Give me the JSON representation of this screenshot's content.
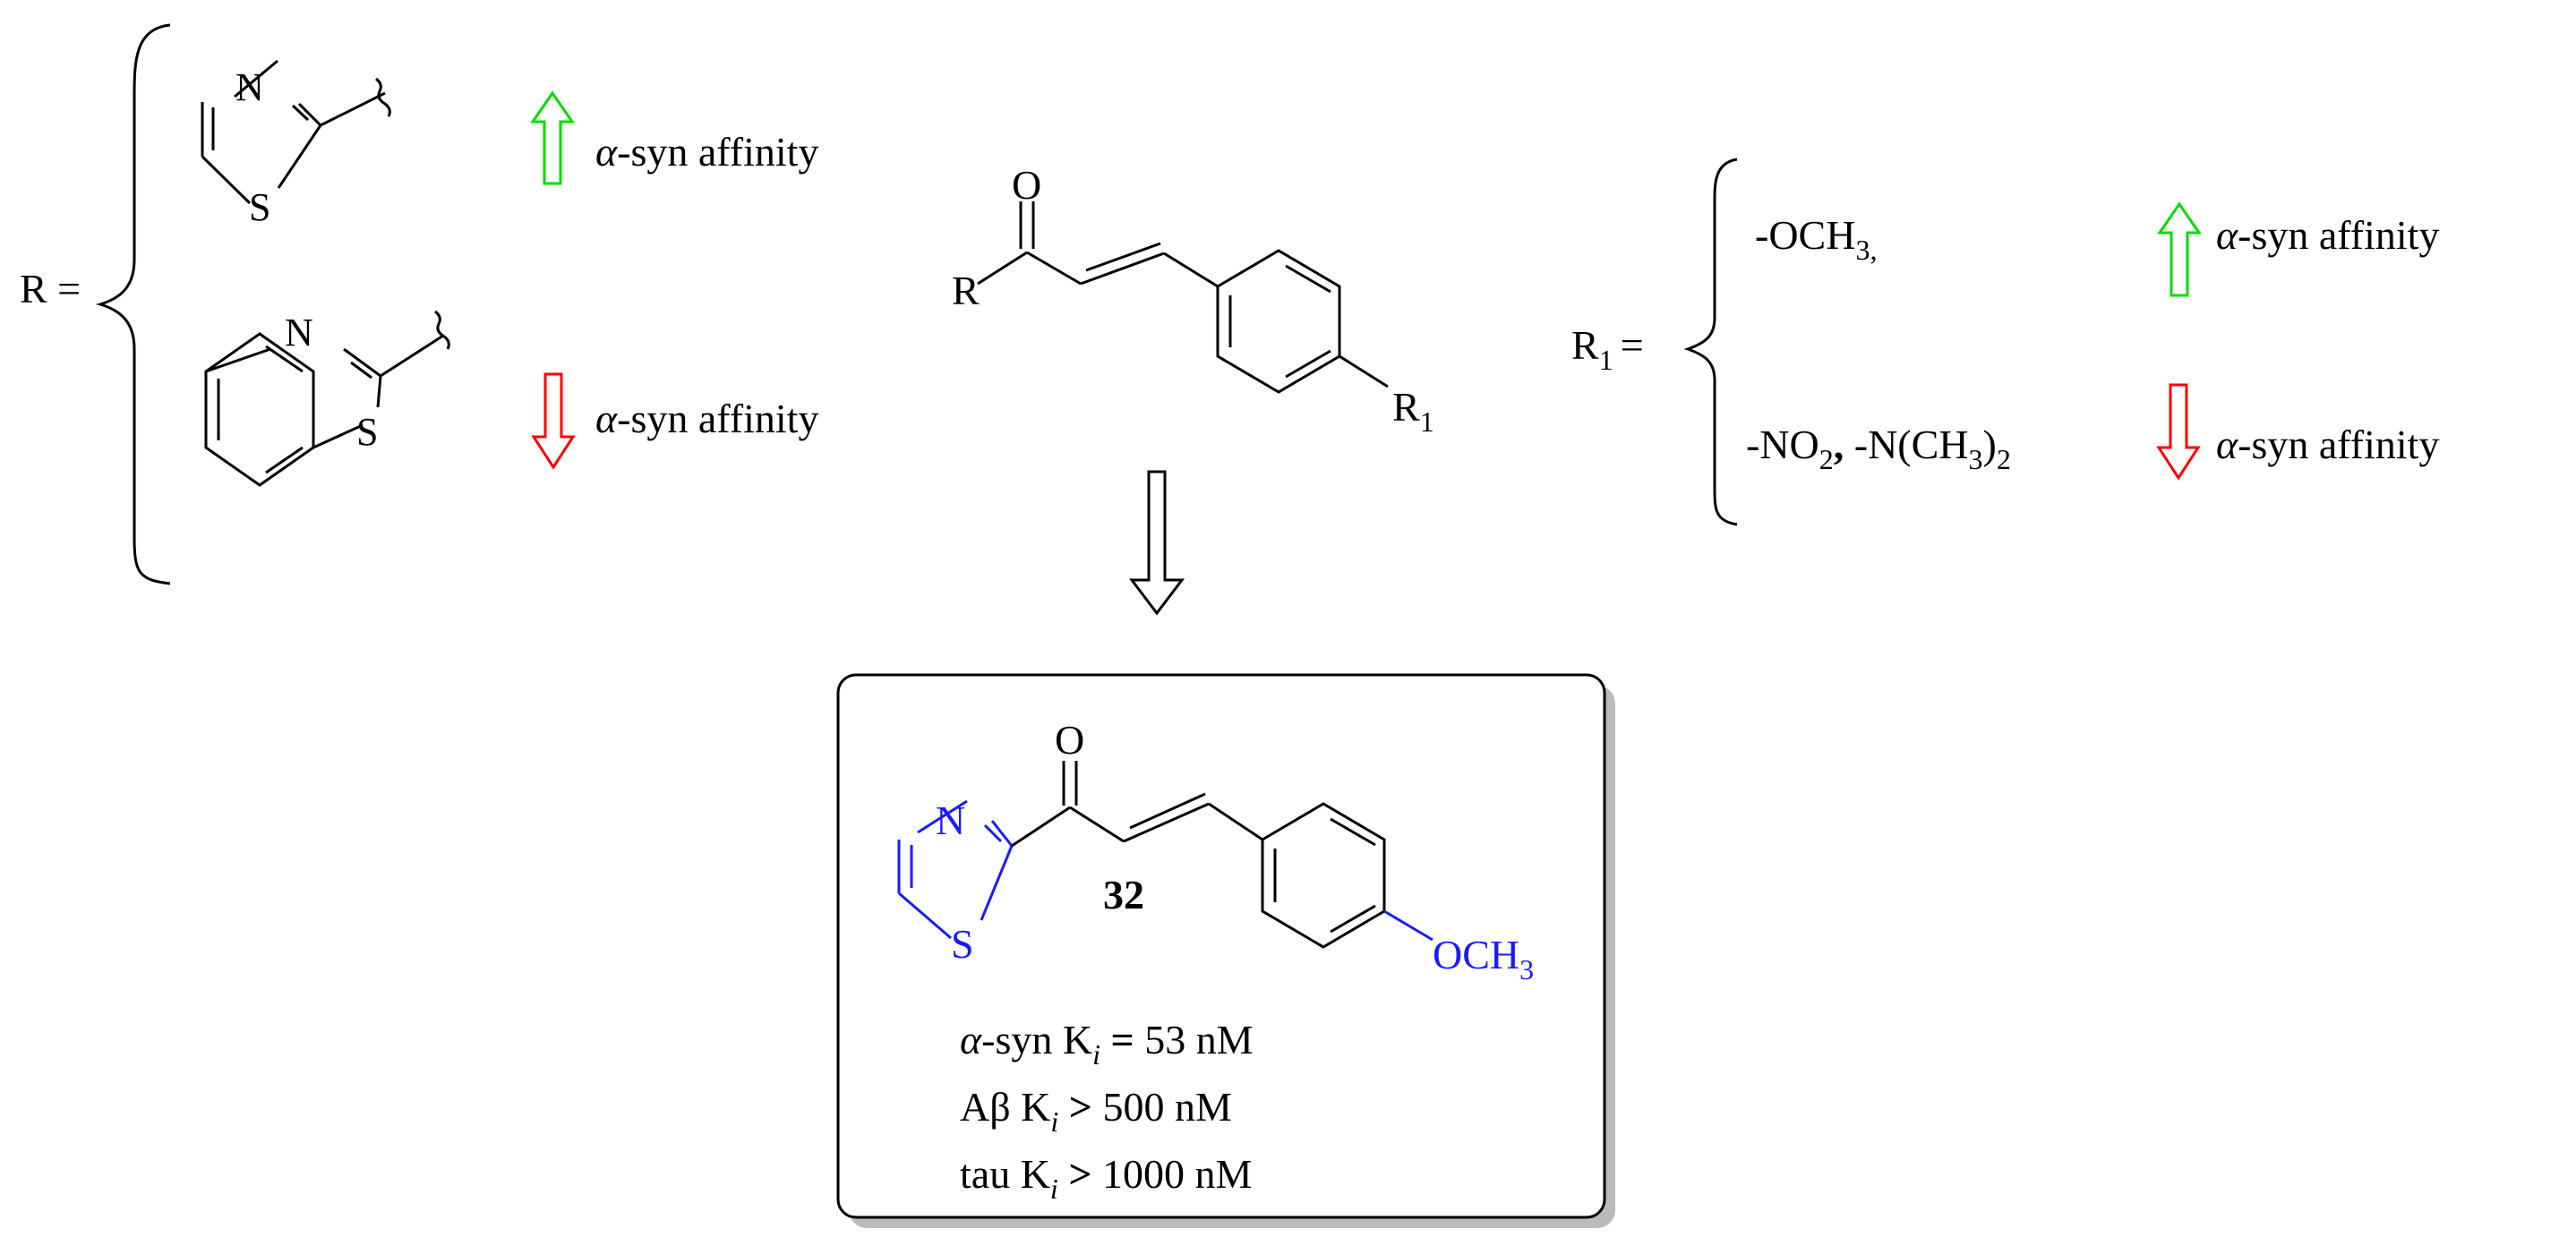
{
  "left_panel": {
    "r_label": "R =",
    "thiazole": {
      "n_atom": "N",
      "s_atom": "S"
    },
    "benzothiazole": {
      "n_atom": "N",
      "s_atom": "S"
    },
    "effect_up": {
      "greek": "α",
      "text": "-syn affinity",
      "color": "#00dd00"
    },
    "effect_down": {
      "greek": "α",
      "text": "-syn affinity",
      "color": "#ff0000"
    }
  },
  "core": {
    "o_atom": "O",
    "r_label": "R",
    "r1_label": "R",
    "r1_sub": "1"
  },
  "right_panel": {
    "r1_label": "R",
    "r1_sub": "1",
    "r1_eq": "=",
    "group_up": {
      "prefix": "-OCH",
      "sub": "3,",
      "effect_greek": "α",
      "effect_text": "-syn affinity",
      "color": "#00dd00"
    },
    "group_down": {
      "part1": "-NO",
      "sub1": "2",
      "sep": ",",
      "part2": " -N(CH",
      "sub2": "3",
      "part3": ")",
      "sub3": "2",
      "effect_greek": "α",
      "effect_text": "-syn affinity",
      "color": "#ff0000"
    }
  },
  "result": {
    "compound_number": "32",
    "o_atom": "O",
    "n_atom": "N",
    "s_atom": "S",
    "substituent": "OCH",
    "substituent_sub": "3",
    "highlight_color": "#1a1aff",
    "affinities": [
      {
        "pre": "α",
        "target": "-syn K",
        "sub": "i",
        "op": " = ",
        "value": "53 nM"
      },
      {
        "pre": "",
        "target": "Aβ K",
        "sub": "i",
        "op": " > ",
        "value": "500 nM"
      },
      {
        "pre": "",
        "target": "tau K",
        "sub": "i",
        "op": " > ",
        "value": "1000 nM"
      }
    ]
  }
}
